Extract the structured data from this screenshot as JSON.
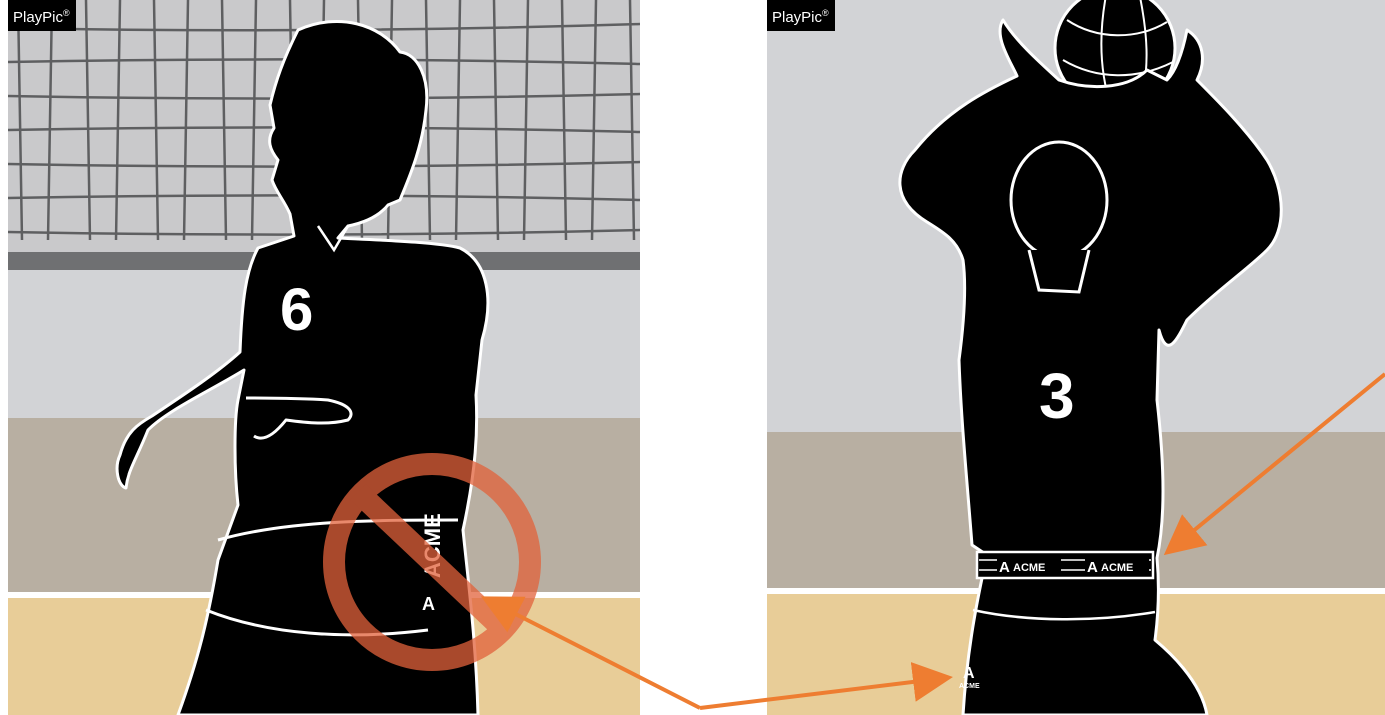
{
  "left_panel": {
    "badge": "PlayPic",
    "badge_mark": "®",
    "jersey_number": "6",
    "shorts_logo_text": "ACME",
    "logo_letter": "A",
    "prohibited_symbol": "no-sign-icon"
  },
  "right_panel": {
    "badge": "PlayPic",
    "badge_mark": "®",
    "jersey_number": "3",
    "waistband_logo_text": "ACME",
    "logo_letter": "A",
    "shorts_logo_small": "ACME"
  },
  "colors": {
    "arrow": "#ee7d31",
    "prohibited": "#e2623b",
    "wall": "#d2d3d6",
    "wall_stripe": "#b8afa2",
    "floor": "#e8cd98",
    "net_band": "#6f7072"
  }
}
